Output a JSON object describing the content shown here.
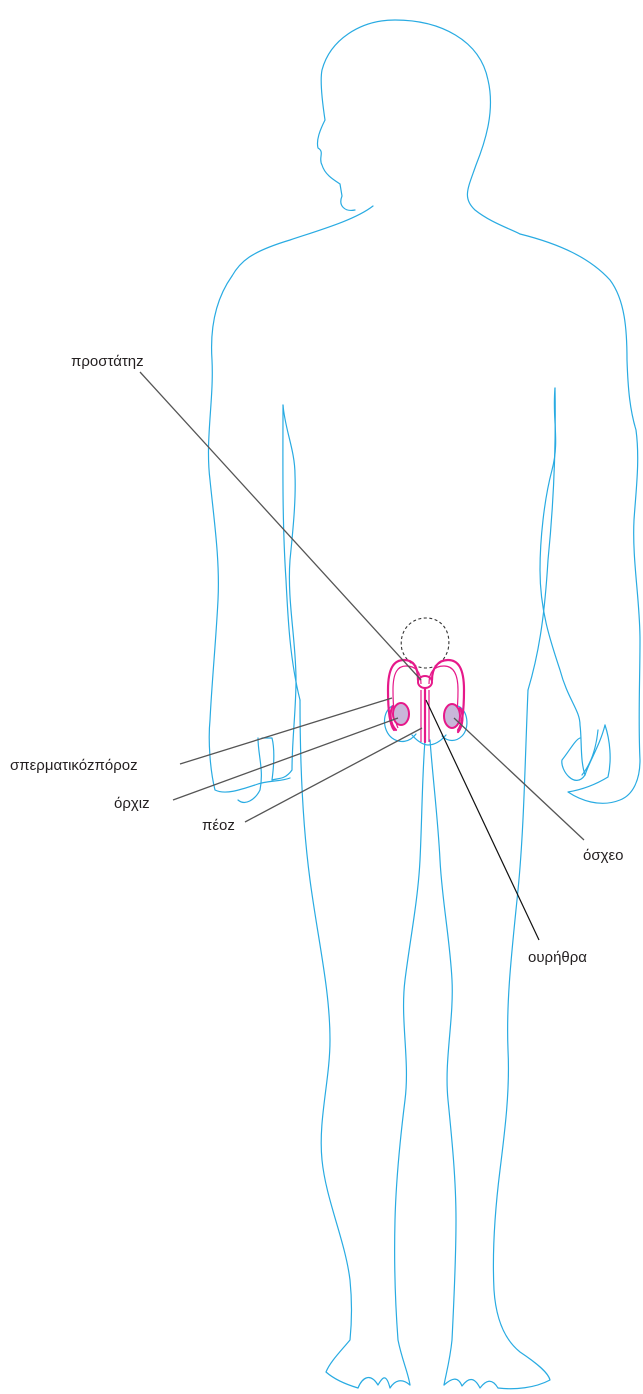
{
  "labels": {
    "prostate": "προστάτηz",
    "vas_deferens": "σπερματικόzπόροz",
    "testis": "όρχιz",
    "penis": "πέοz",
    "scrotum": "όσχεο",
    "urethra": "ουρήθρα"
  },
  "colors": {
    "body_outline": "#29abe2",
    "organs": "#e6198a",
    "testis_fill": "#c9b6d9",
    "bladder_dashed": "#333333",
    "leader_lines": "#555555",
    "text": "#231f20"
  }
}
